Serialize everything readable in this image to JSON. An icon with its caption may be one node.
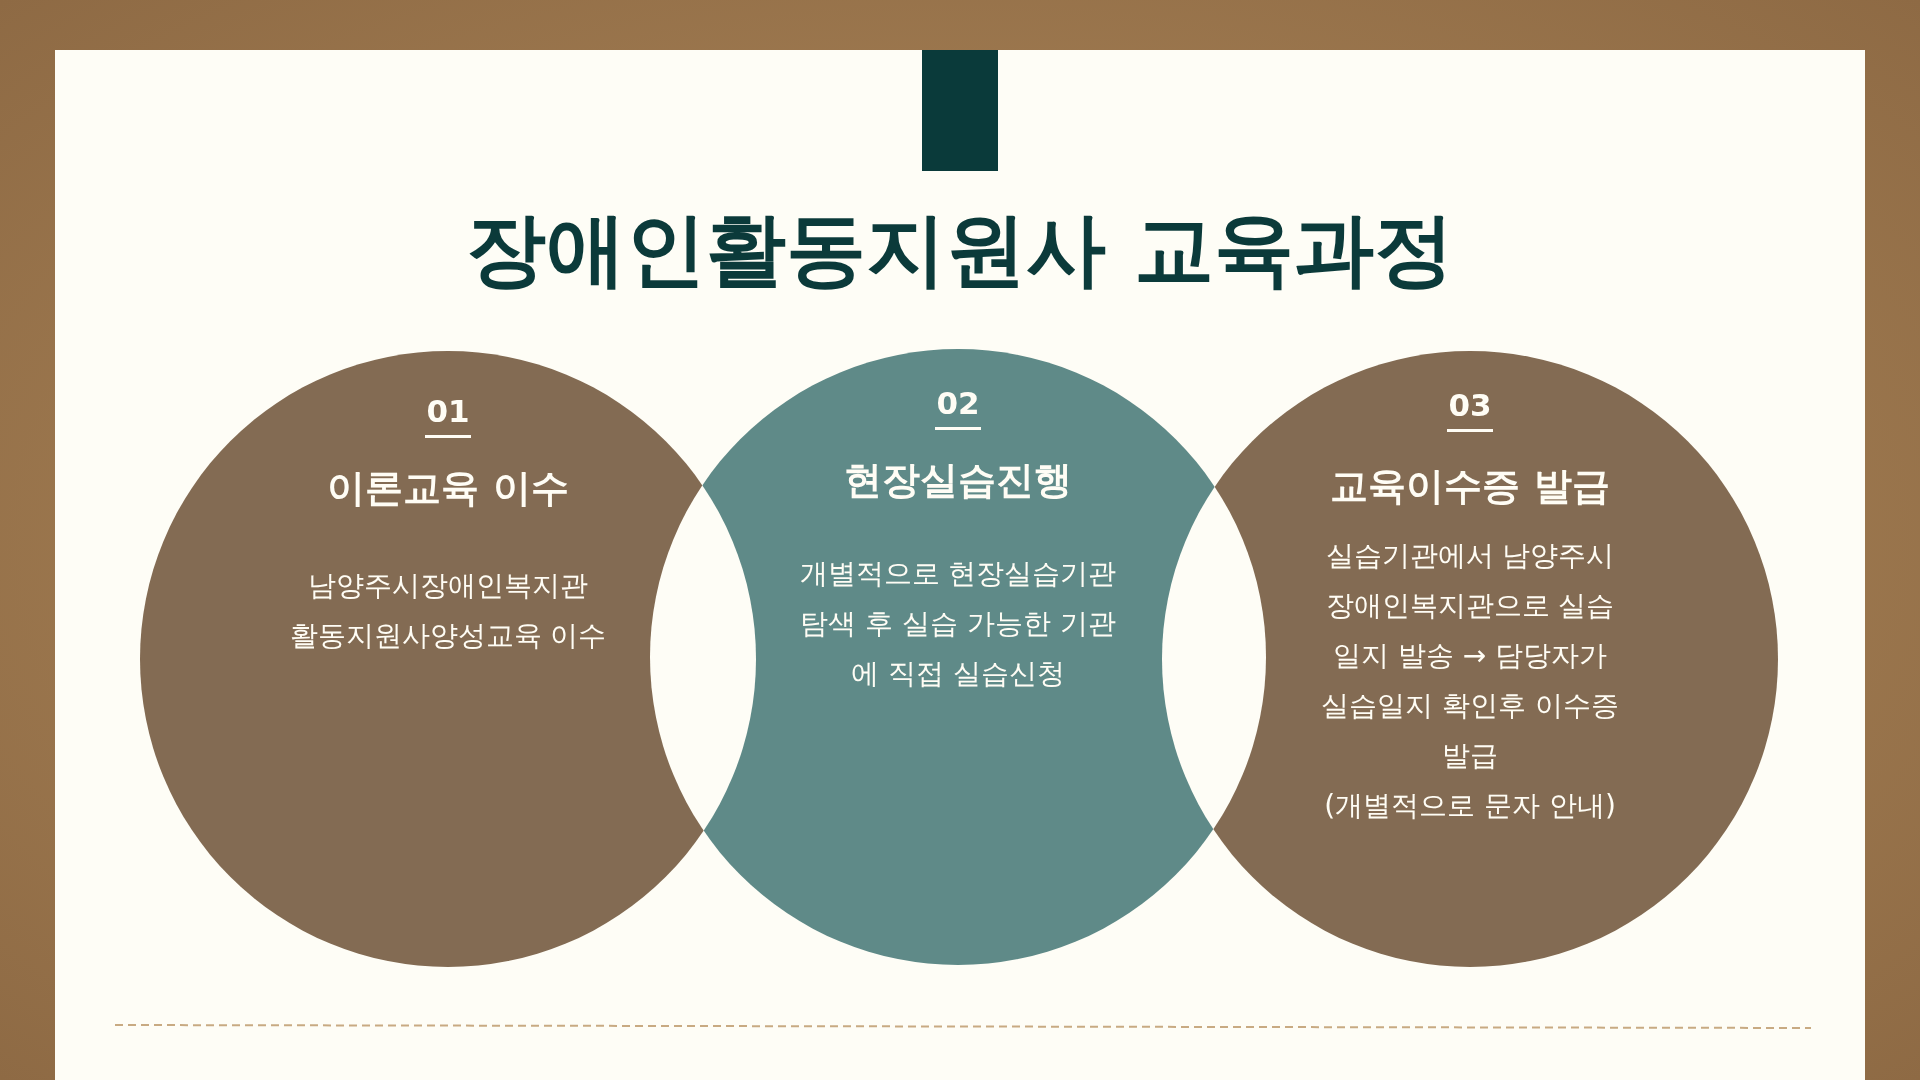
{
  "diagram": {
    "title": "장애인활동지원사 교육과정",
    "nodes": [
      {
        "text": [
          "01",
          "이론교육 이수",
          "남양주시장애인복지관 활동지원사양성교육 이수"
        ]
      },
      {
        "text": [
          "02",
          "현장실습진행",
          "개별적으로 현장실습기관 탐색 후 실습 가능한 기관 에 직접 실습신청"
        ]
      },
      {
        "text": [
          "03",
          "교육이수증 발급",
          "실습기관에서 남양주시 장애인복지관으로 실습 일지 발송 → 담당자가 실습일지 확인후 이수증 발급",
          "(개별적으로 문자 안내)"
        ]
      }
    ],
    "edges": []
  }
}
